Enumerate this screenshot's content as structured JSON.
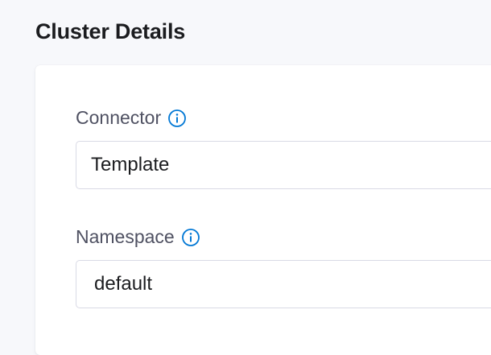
{
  "section": {
    "title": "Cluster Details"
  },
  "fields": {
    "connector": {
      "label": "Connector",
      "value": "Template",
      "icon": "info-icon"
    },
    "namespace": {
      "label": "Namespace",
      "value": "default",
      "icon": "info-icon"
    }
  },
  "colors": {
    "accent": "#0278d5",
    "label": "#4f5162",
    "title": "#1b1c1f",
    "border": "#d9dae5",
    "background": "#f7f8fb"
  }
}
